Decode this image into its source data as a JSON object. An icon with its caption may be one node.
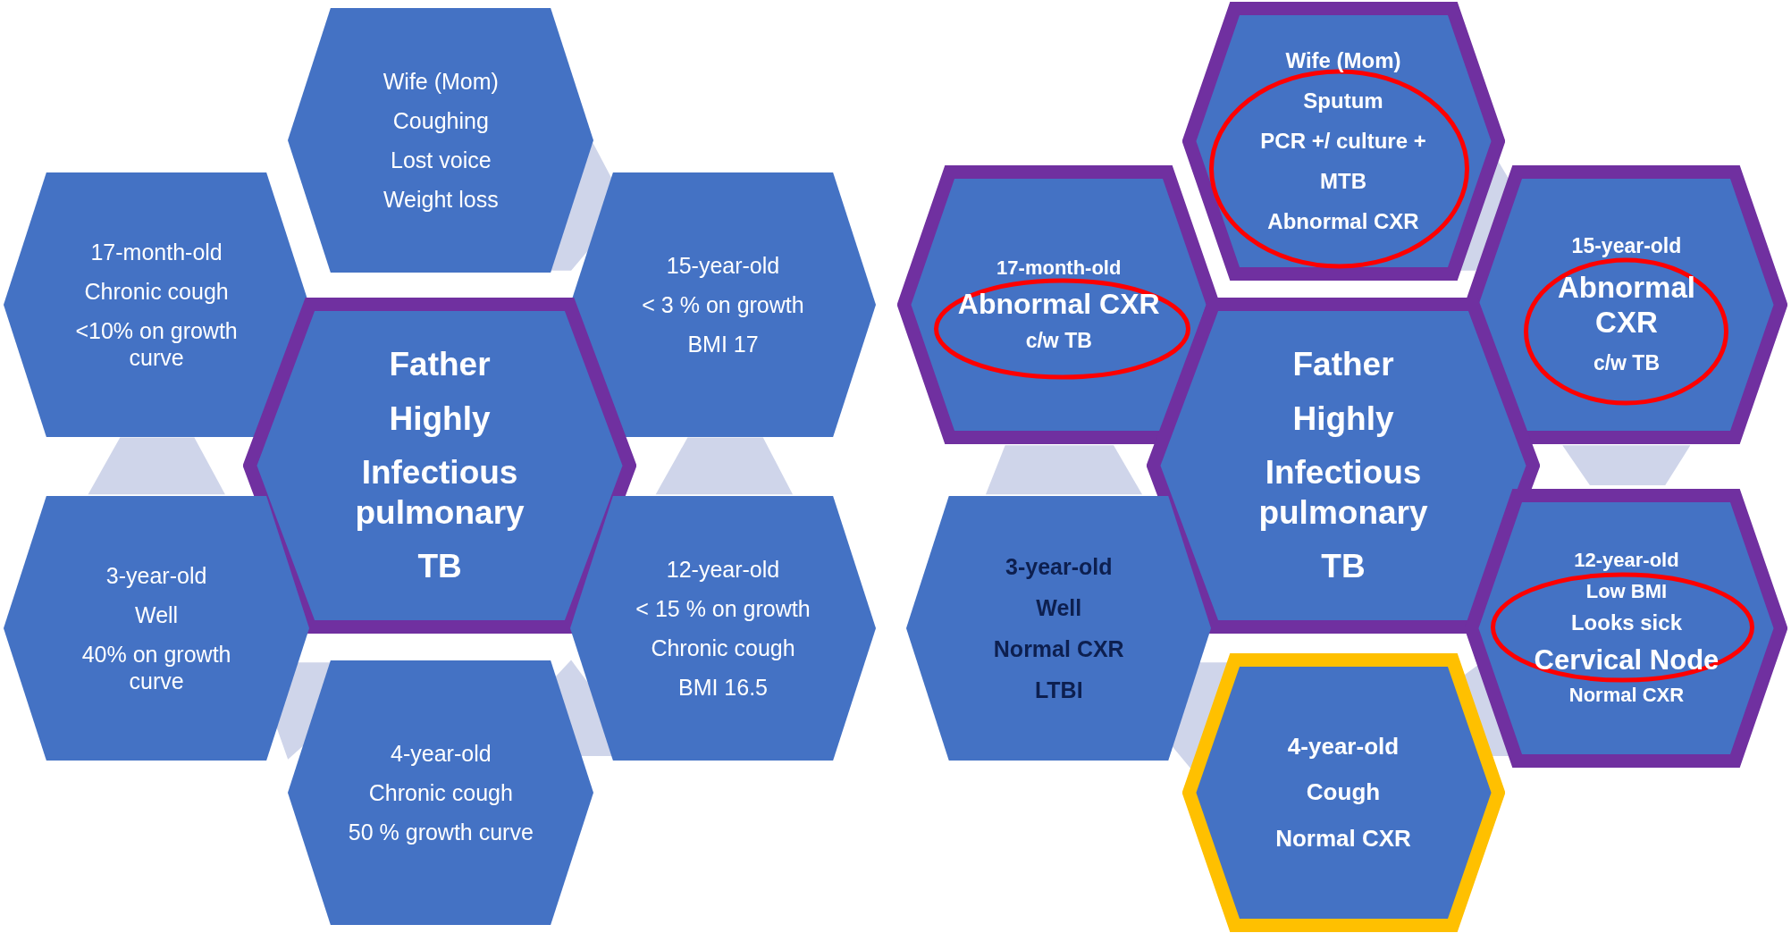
{
  "diagram": {
    "nodes": [
      {
        "text": [
          "Wife (Mom)",
          "Coughing",
          "Lost voice",
          "Weight loss"
        ]
      },
      {
        "text": [
          "17-month-old",
          "Chronic cough",
          "<10% on growth curve"
        ]
      },
      {
        "text": [
          "15-year-old",
          "< 3 % on growth",
          "BMI 17"
        ]
      },
      {
        "text": [
          "Father",
          "Highly",
          "Infectious pulmonary",
          "TB"
        ]
      },
      {
        "text": [
          "3-year-old",
          "Well",
          "40% on growth curve"
        ]
      },
      {
        "text": [
          "12-year-old",
          "< 15 % on growth",
          "Chronic cough",
          "BMI 16.5"
        ]
      },
      {
        "text": [
          "4-year-old",
          "Chronic cough",
          "50 % growth curve"
        ]
      },
      {
        "text": [
          "Wife (Mom)",
          "Sputum",
          "PCR +/ culture +",
          "MTB",
          "Abnormal CXR"
        ]
      },
      {
        "text": [
          "17-month-old",
          "Abnormal CXR",
          "c/w TB"
        ]
      },
      {
        "text": [
          "15-year-old",
          "Abnormal CXR",
          "c/w TB"
        ]
      },
      {
        "text": [
          "Father",
          "Highly",
          "Infectious pulmonary",
          "TB"
        ]
      },
      {
        "text": [
          "3-year-old",
          "Well",
          "Normal CXR",
          "LTBI"
        ]
      },
      {
        "text": [
          "12-year-old",
          "Low BMI",
          "Looks sick",
          "Cervical Node",
          "Normal CXR"
        ]
      },
      {
        "text": [
          "4-year-old",
          "Cough",
          "Normal CXR"
        ]
      }
    ]
  }
}
